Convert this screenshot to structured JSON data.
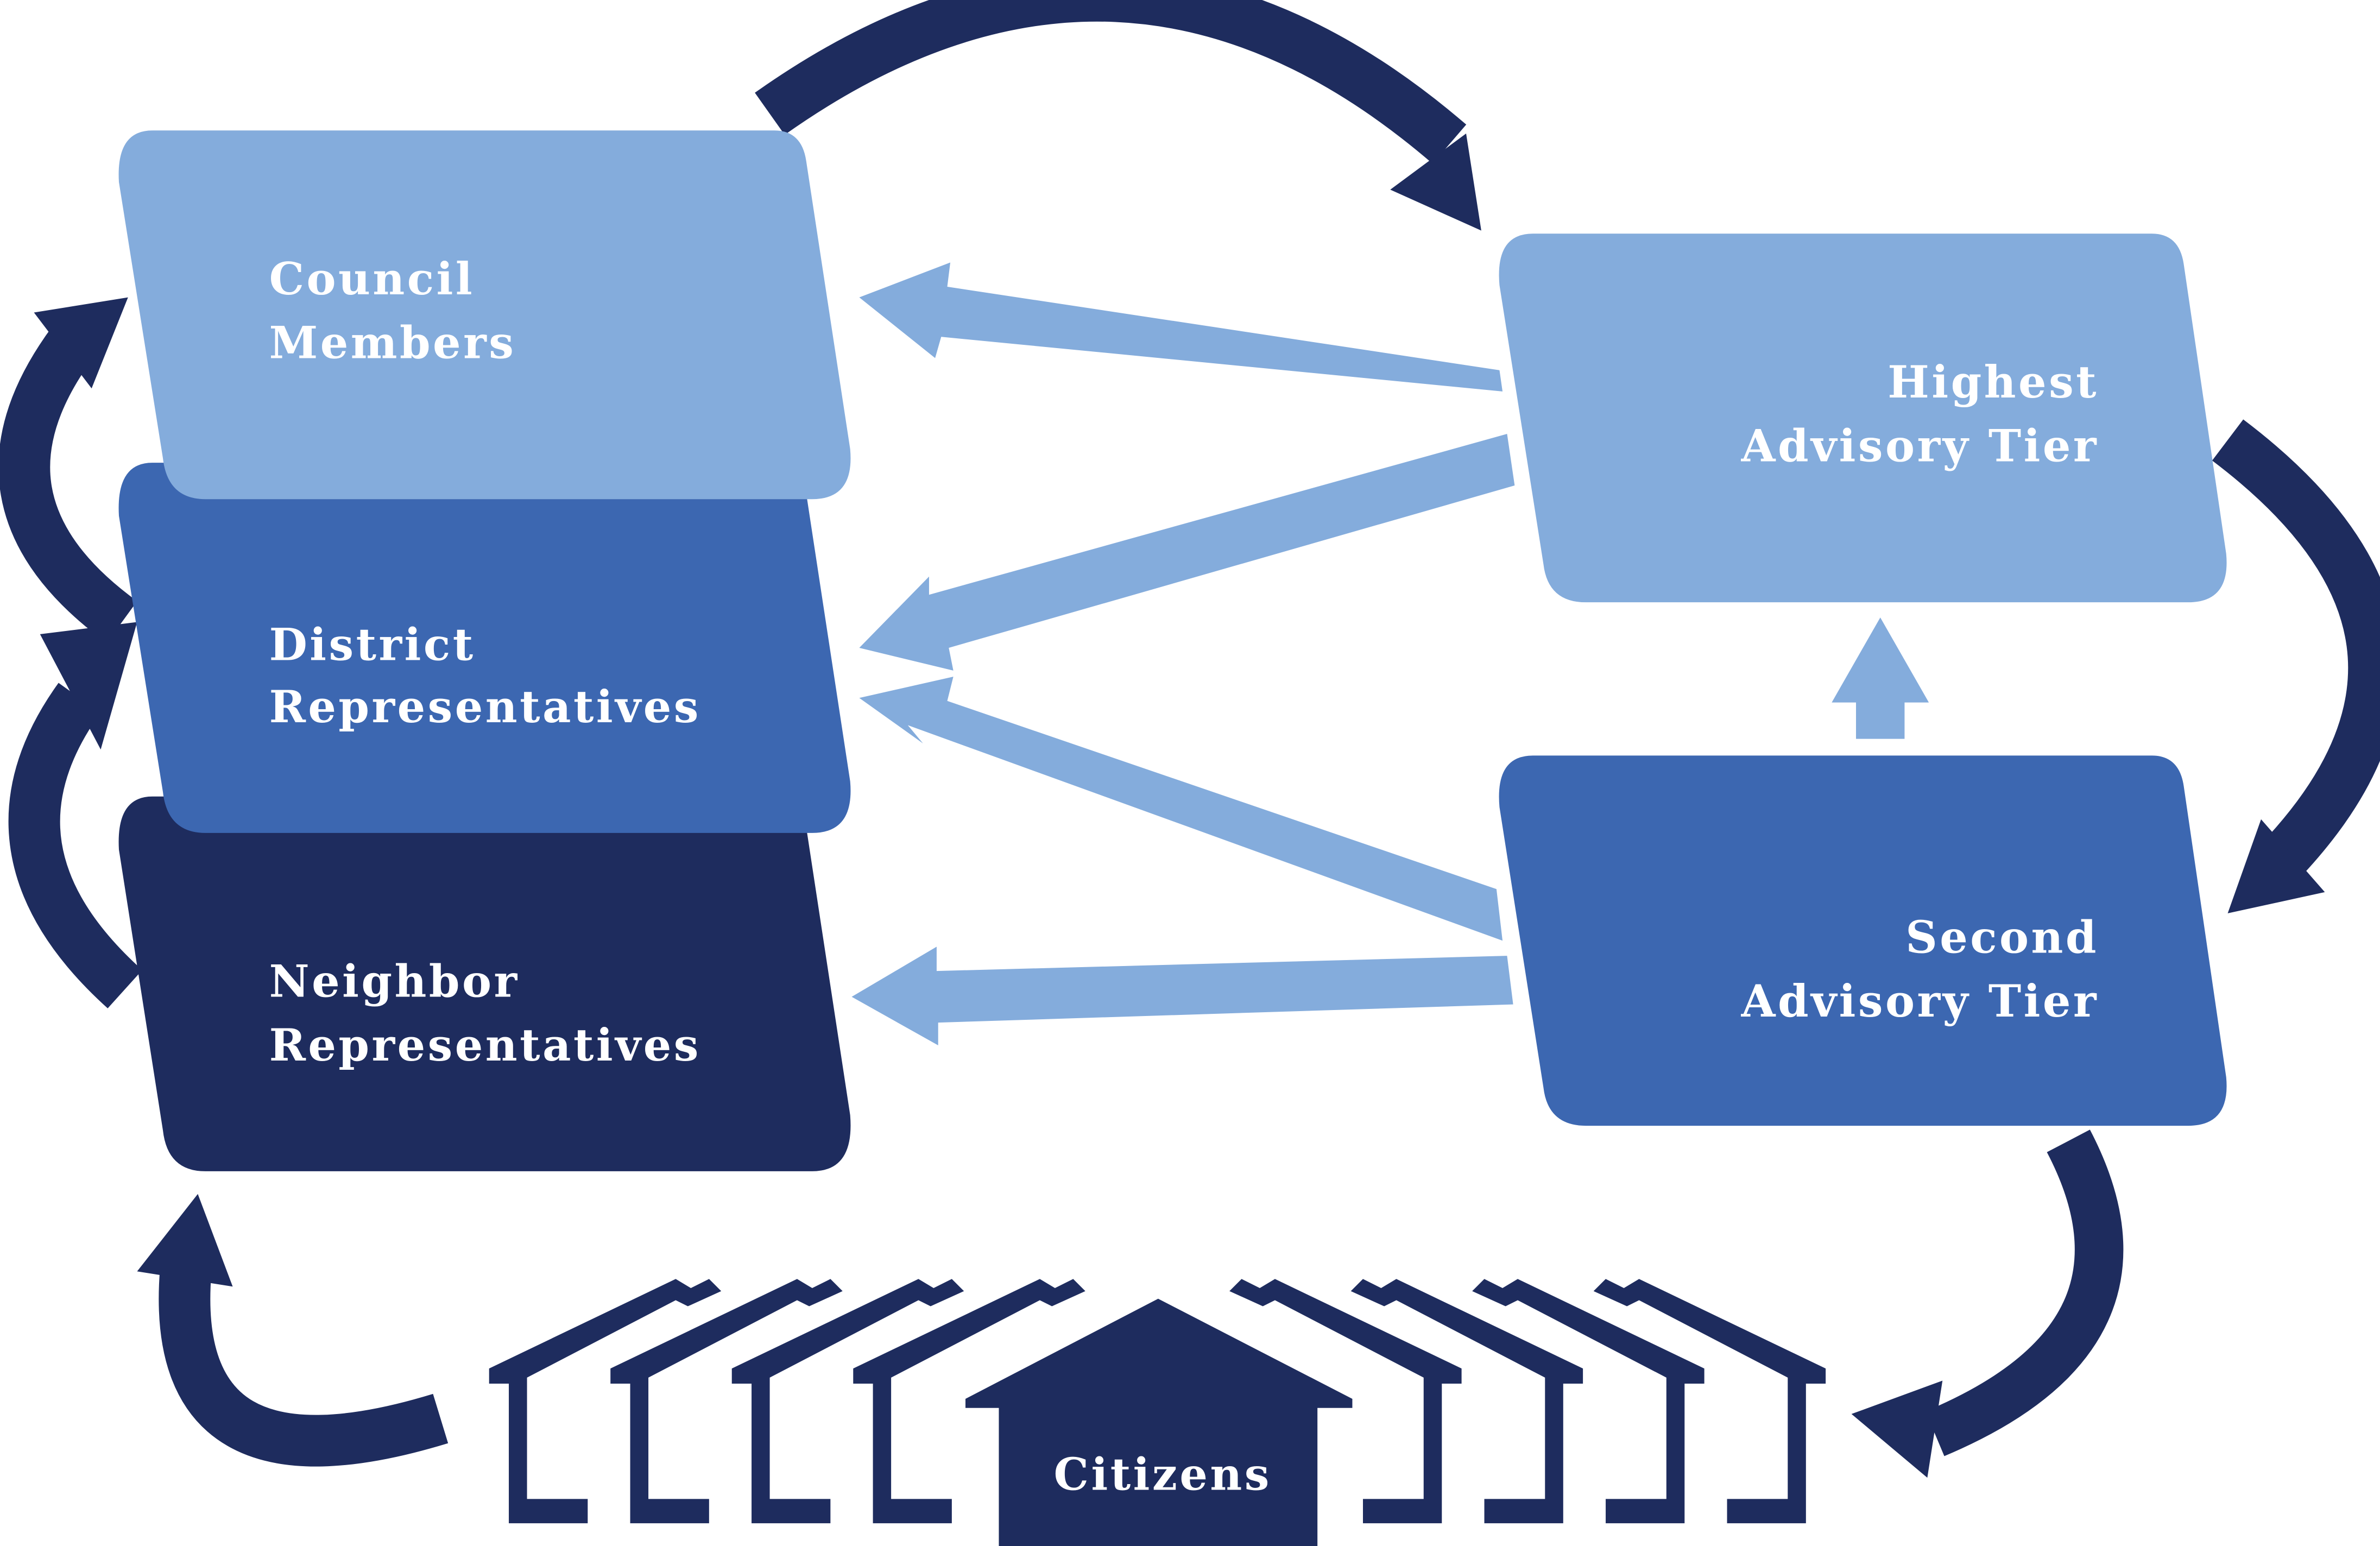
{
  "colors": {
    "dark_navy": "#1e2c5e",
    "medium_blue": "#3c67b1",
    "light_blue": "#84acdc",
    "text": "#ffffff"
  },
  "boxes": {
    "council": {
      "line1": "Council",
      "line2": "Members"
    },
    "district": {
      "line1": "District",
      "line2": "Representatives"
    },
    "neighbor": {
      "line1": "Neighbor",
      "line2": "Representatives"
    },
    "highest": {
      "line1": "Highest",
      "line2": "Advisory Tier"
    },
    "second": {
      "line1": "Second",
      "line2": "Advisory Tier"
    }
  },
  "citizens": {
    "label": "Citizens"
  }
}
